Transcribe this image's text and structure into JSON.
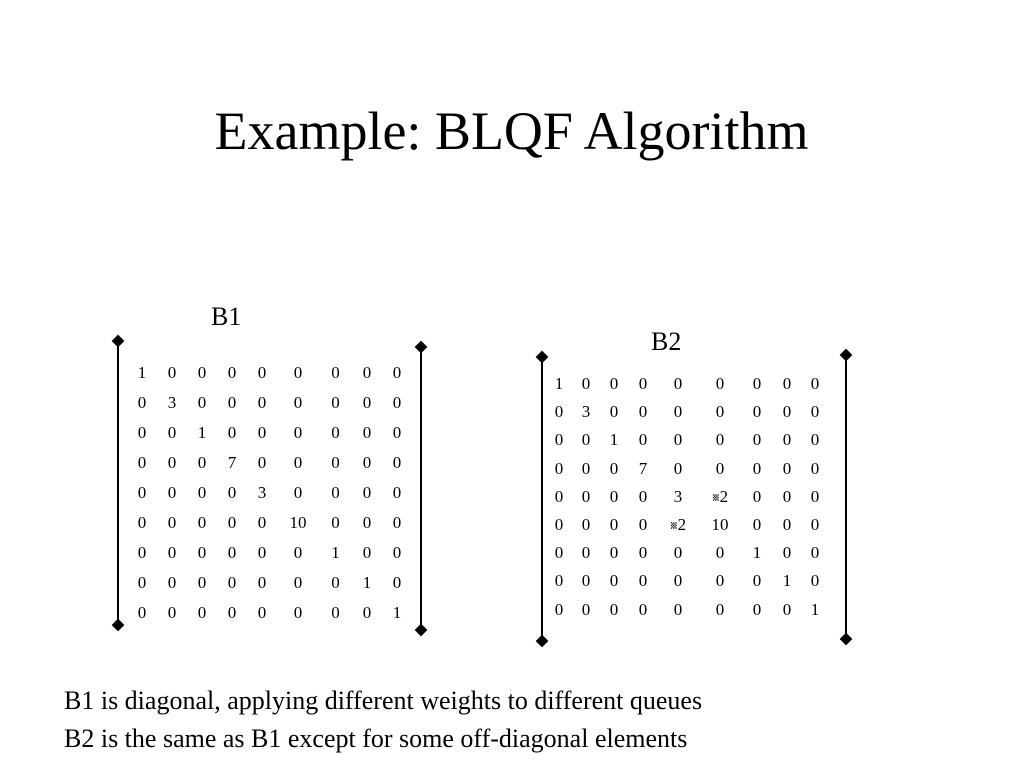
{
  "slide": {
    "title": "Example: BLQF Algorithm"
  },
  "matrices": [
    {
      "label": "B1",
      "rows": [
        [
          "1",
          "0",
          "0",
          "0",
          "0",
          "0",
          "0",
          "0",
          "0"
        ],
        [
          "0",
          "3",
          "0",
          "0",
          "0",
          "0",
          "0",
          "0",
          "0"
        ],
        [
          "0",
          "0",
          "1",
          "0",
          "0",
          "0",
          "0",
          "0",
          "0"
        ],
        [
          "0",
          "0",
          "0",
          "7",
          "0",
          "0",
          "0",
          "0",
          "0"
        ],
        [
          "0",
          "0",
          "0",
          "0",
          "3",
          "0",
          "0",
          "0",
          "0"
        ],
        [
          "0",
          "0",
          "0",
          "0",
          "0",
          "10",
          "0",
          "0",
          "0"
        ],
        [
          "0",
          "0",
          "0",
          "0",
          "0",
          "0",
          "1",
          "0",
          "0"
        ],
        [
          "0",
          "0",
          "0",
          "0",
          "0",
          "0",
          "0",
          "1",
          "0"
        ],
        [
          "0",
          "0",
          "0",
          "0",
          "0",
          "0",
          "0",
          "0",
          "1"
        ]
      ]
    },
    {
      "label": "B2",
      "rows": [
        [
          "1",
          "0",
          "0",
          "0",
          "0",
          "0",
          "0",
          "0",
          "0"
        ],
        [
          "0",
          "3",
          "0",
          "0",
          "0",
          "0",
          "0",
          "0",
          "0"
        ],
        [
          "0",
          "0",
          "1",
          "0",
          "0",
          "0",
          "0",
          "0",
          "0"
        ],
        [
          "0",
          "0",
          "0",
          "7",
          "0",
          "0",
          "0",
          "0",
          "0"
        ],
        [
          "0",
          "0",
          "0",
          "0",
          "3",
          "2",
          "0",
          "0",
          "0"
        ],
        [
          "0",
          "0",
          "0",
          "0",
          "2",
          "10",
          "0",
          "0",
          "0"
        ],
        [
          "0",
          "0",
          "0",
          "0",
          "0",
          "0",
          "1",
          "0",
          "0"
        ],
        [
          "0",
          "0",
          "0",
          "0",
          "0",
          "0",
          "0",
          "1",
          "0"
        ],
        [
          "0",
          "0",
          "0",
          "0",
          "0",
          "0",
          "0",
          "0",
          "1"
        ]
      ],
      "marked_cells": [
        [
          4,
          5
        ],
        [
          5,
          4
        ]
      ],
      "marker_icon": "missing-glyph-icon"
    }
  ],
  "caption": {
    "line1": "B1 is diagonal, applying different weights to different queues",
    "line2": "B2 is the same as B1 except for some off-diagonal elements"
  }
}
